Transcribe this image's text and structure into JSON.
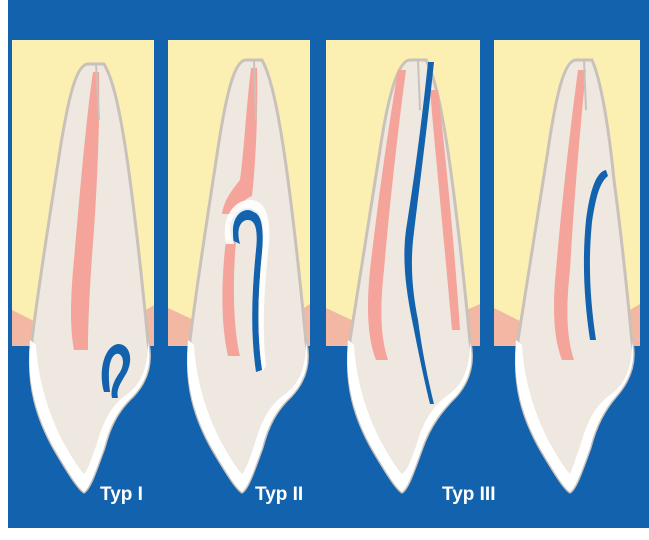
{
  "colors": {
    "background_blue": "#1262ad",
    "bone_yellow": "#fcefb2",
    "gum_pink": "#f2b8a3",
    "tooth_body": "#eee8e0",
    "tooth_outline": "#c9c2bb",
    "enamel_white": "#ffffff",
    "pulp_pink": "#f4a49a",
    "crack_blue": "#1262ad"
  },
  "panels": [
    {
      "label": "Typ I"
    },
    {
      "label": "Typ II"
    },
    {
      "label": ""
    },
    {
      "label": ""
    }
  ],
  "shared_label": "Typ III"
}
